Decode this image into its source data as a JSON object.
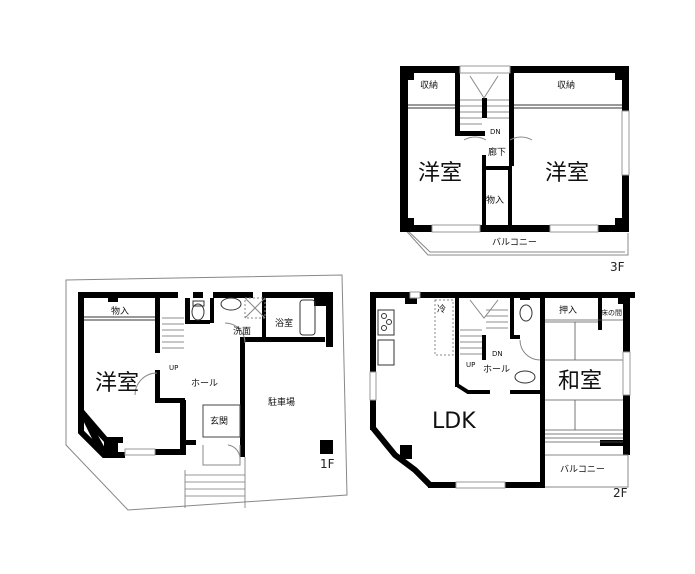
{
  "floors": {
    "third": {
      "label": "3F",
      "rooms": {
        "western_left": "洋室",
        "western_right": "洋室",
        "storage_left": "収納",
        "storage_right": "収納",
        "corridor": "廊下",
        "closet": "物入",
        "balcony": "バルコニー",
        "stair_dn": "DN"
      }
    },
    "second": {
      "label": "2F",
      "rooms": {
        "ldk": "LDK",
        "japanese": "和室",
        "oshiire": "押入",
        "tokonoma": "床の間",
        "hall": "ホール",
        "balcony": "バルコニー",
        "fridge": "冷",
        "stair_up": "UP",
        "stair_dn": "DN"
      }
    },
    "first": {
      "label": "1F",
      "rooms": {
        "western": "洋室",
        "closet": "物入",
        "washroom": "洗面",
        "bathroom": "浴室",
        "hall": "ホール",
        "entrance": "玄関",
        "parking": "駐車場",
        "stair_up": "UP"
      }
    }
  }
}
